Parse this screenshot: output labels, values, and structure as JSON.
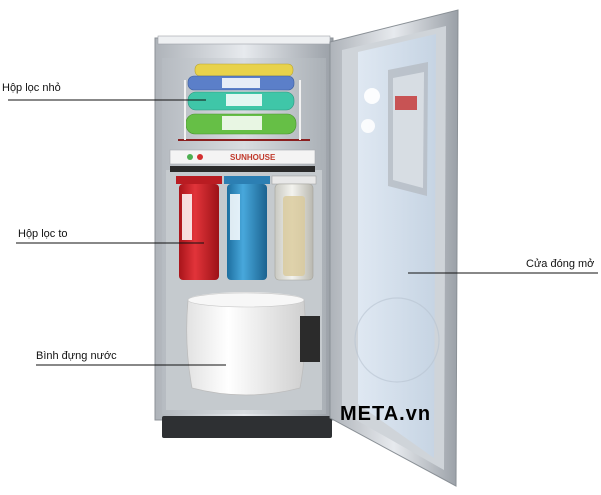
{
  "annotations": {
    "small_filters": "Hộp lọc nhỏ",
    "large_filters": "Hộp lọc to",
    "door": "Cửa đóng mở",
    "water_tank": "Bình đựng nước"
  },
  "panel_brand": "SUNHOUSE",
  "watermark": "META.vn",
  "colors": {
    "steel": "#c9cdd2",
    "red_filter": "#d8242a",
    "blue_filter": "#2f8fc7",
    "green_filter": "#66bf46",
    "teal_filter": "#3fc6a8",
    "tank": "#f3f3f3"
  }
}
